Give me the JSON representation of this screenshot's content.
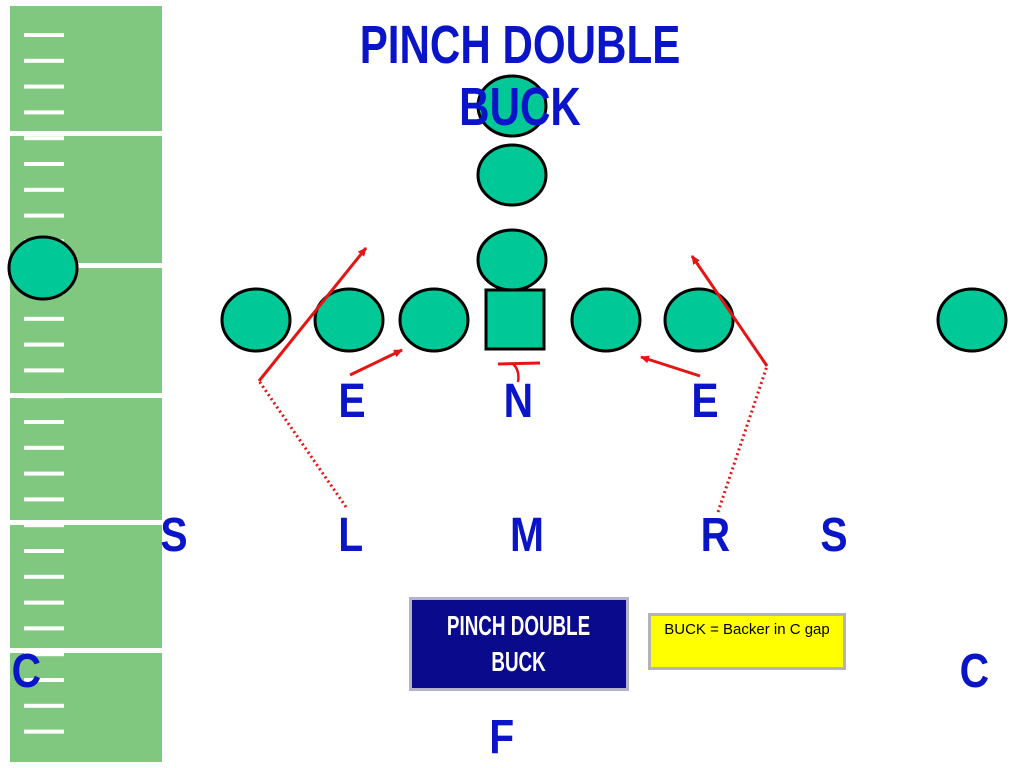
{
  "title": "PINCH DOUBLE BUCK",
  "colors": {
    "title": "#0a14c8",
    "player_fill": "#00c896",
    "field": "#80c880",
    "arrow": "#e61414",
    "callbox_bg": "#0a0a8c",
    "note_bg": "#ffff00"
  },
  "defense": {
    "line": {
      "left_end": "E",
      "nose": "N",
      "right_end": "E"
    },
    "backers": {
      "left_safety": "S",
      "left_backer": "L",
      "middle_backer": "M",
      "right_backer": "R",
      "right_safety": "S"
    },
    "corners": {
      "left": "C",
      "right": "C"
    },
    "free_safety": "F"
  },
  "callbox": {
    "line1": "PINCH DOUBLE",
    "line2": "BUCK"
  },
  "note": {
    "text": "BUCK = Backer in C gap"
  },
  "icons": {
    "offense_player": "circle-player-icon",
    "center": "square-center-icon",
    "yard_marker": "yard-hash-icon"
  }
}
